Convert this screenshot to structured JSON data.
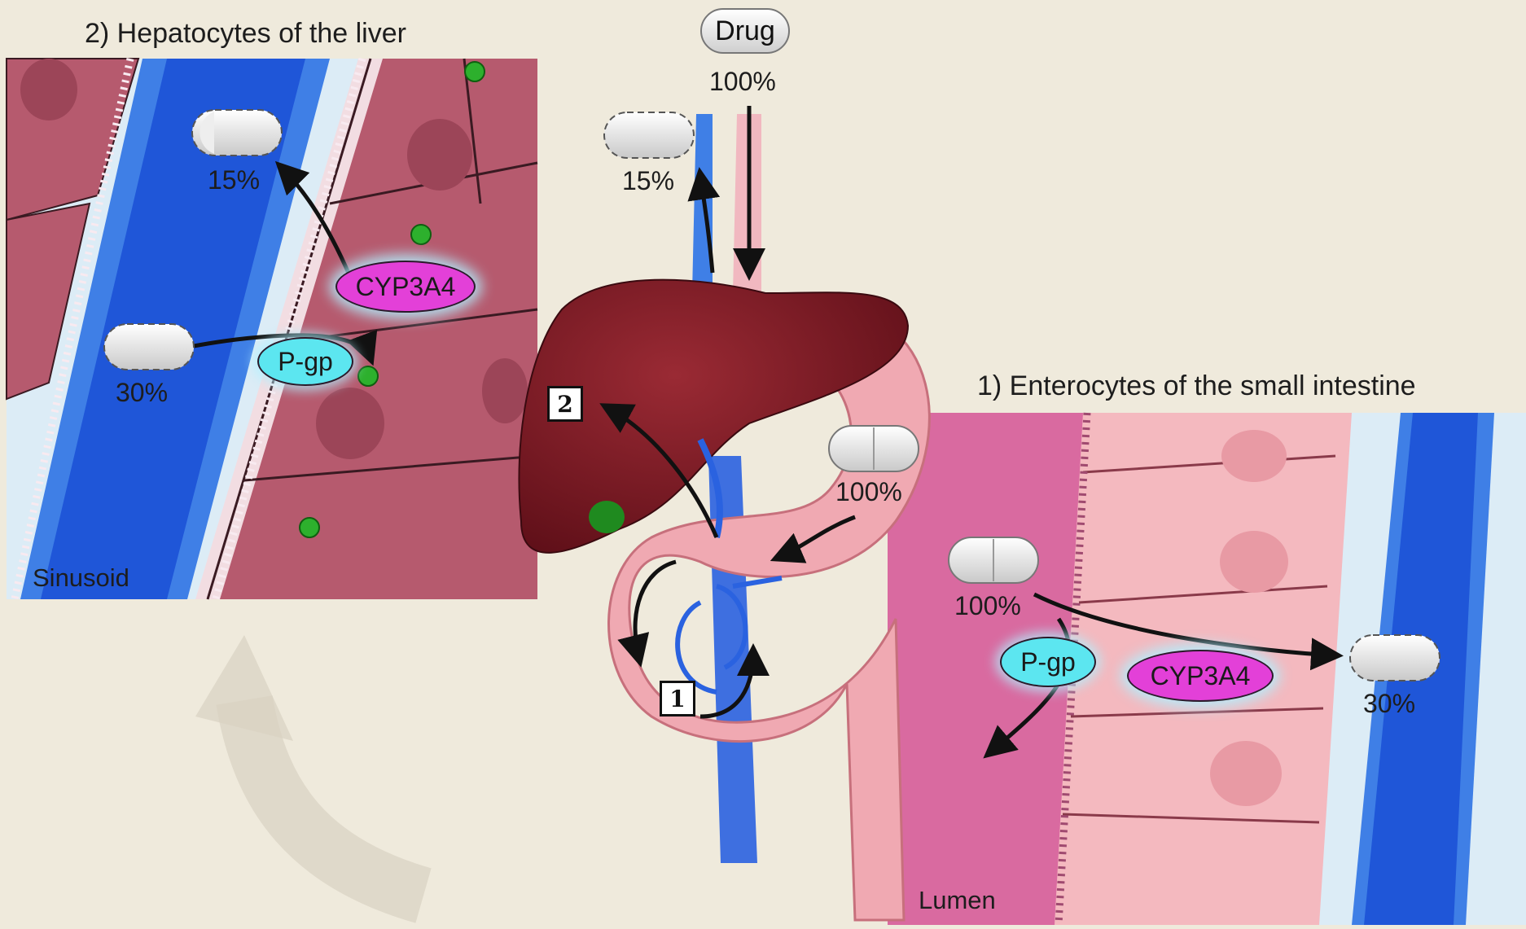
{
  "labels": {
    "hepatocytes_title": "2) Hepatocytes of the liver",
    "enterocytes_title": "1) Enterocytes of the small intestine",
    "drug": "Drug",
    "drug_pct": "100%",
    "portal_pct": "15%",
    "stomach_pct": "100%",
    "liver_out_pct": "15%",
    "liver_in_pct": "30%",
    "intestine_in_pct": "100%",
    "intestine_out_pct": "30%",
    "cyp_liver": "CYP3A4",
    "pgp_liver": "P-gp",
    "cyp_intestine": "CYP3A4",
    "pgp_intestine": "P-gp",
    "sinusoid": "Sinusoid",
    "lumen": "Lumen",
    "step1": "1",
    "step2": "2"
  },
  "colors": {
    "background": "#efeadc",
    "blood_vessel": "#1f56d8",
    "hepatocyte": "#b65a6e",
    "enterocyte": "#f4b9bf",
    "liver": "#7a1822",
    "cyp3a4": "#e340d8",
    "p_gp": "#5ce6f0",
    "bile_green": "#1f8a1f"
  }
}
